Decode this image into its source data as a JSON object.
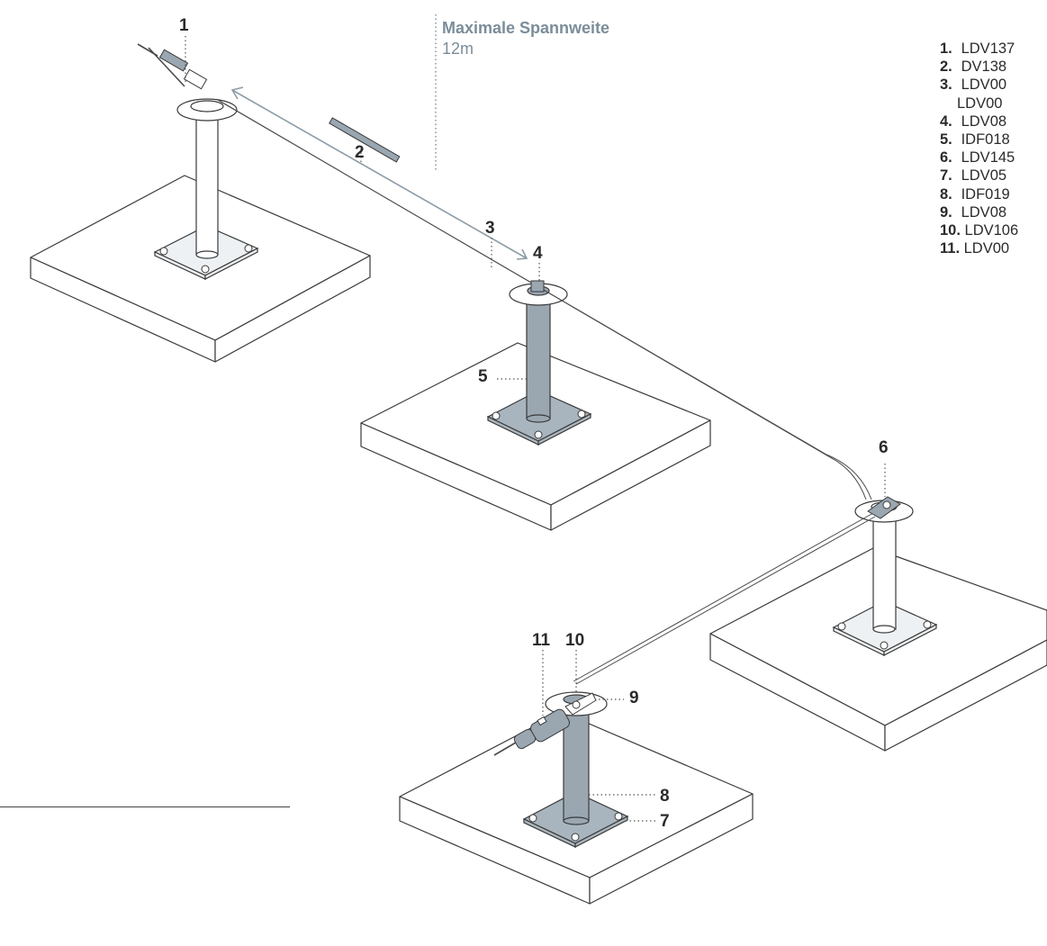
{
  "span_label": {
    "title": "Maximale Spannweite",
    "value": "12m"
  },
  "callouts": {
    "c1": "1",
    "c2": "2",
    "c3": "3",
    "c4": "4",
    "c5": "5",
    "c6": "6",
    "c7": "7",
    "c8": "8",
    "c9": "9",
    "c10": "10",
    "c11": "11"
  },
  "legend": [
    {
      "num": "1.",
      "code": "LDV137"
    },
    {
      "num": "2.",
      "code": "DV138"
    },
    {
      "num": "3.",
      "code": "LDV00"
    },
    {
      "num": "",
      "code": "LDV00"
    },
    {
      "num": "4.",
      "code": "LDV08"
    },
    {
      "num": "5.",
      "code": "IDF018"
    },
    {
      "num": "6.",
      "code": "LDV145"
    },
    {
      "num": "7.",
      "code": "LDV05"
    },
    {
      "num": "8.",
      "code": "IDF019"
    },
    {
      "num": "9.",
      "code": "LDV08"
    },
    {
      "num": "10.",
      "code": "LDV106"
    },
    {
      "num": "11.",
      "code": "LDV00"
    }
  ],
  "colors": {
    "line": "#3a3a3a",
    "post_grey": "#9aa7b1",
    "post_white": "#ffffff",
    "accent": "#7b8d99",
    "cable": "#555555"
  }
}
